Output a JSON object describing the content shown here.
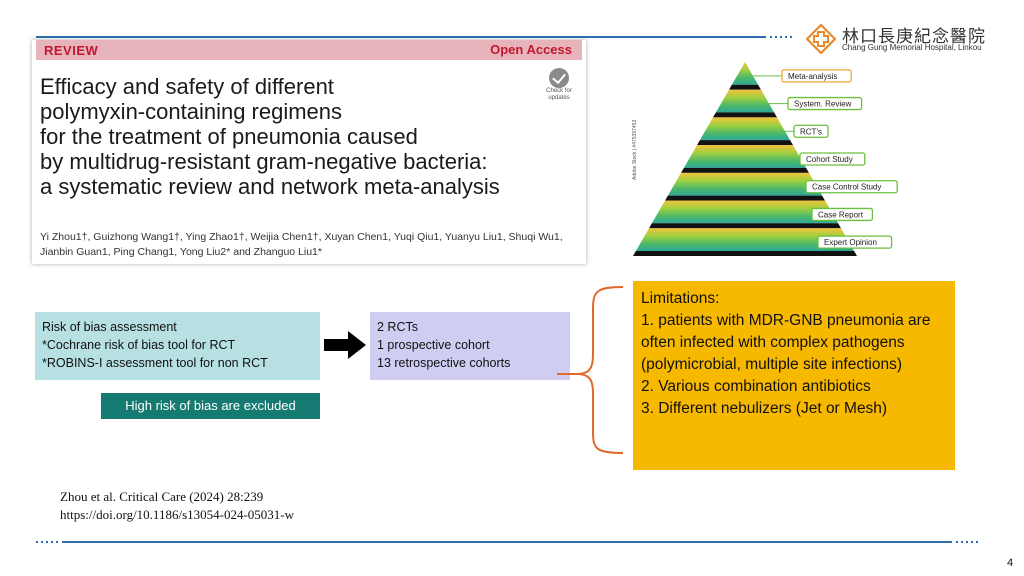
{
  "header": {
    "hospital_name_cn": "林口長庚紀念醫院",
    "hospital_name_en": "Chang Gung Memorial Hospital, Linkou"
  },
  "paper": {
    "review_label": "REVIEW",
    "open_access_label": "Open Access",
    "title_lines": [
      "Efficacy and safety of different",
      "polymyxin-containing regimens",
      "for the treatment of pneumonia caused",
      "by multidrug-resistant gram-negative bacteria:",
      "a systematic review and network meta-analysis"
    ],
    "check_updates": [
      "Check for",
      "updates"
    ],
    "authors_line1": "Yi Zhou1†, Guizhong Wang1†, Ying Zhao1†, Weijia Chen1†, Xuyan Chen1, Yuqi Qiu1, Yuanyu Liu1, Shuqi Wu1,",
    "authors_line2": "Jianbin Guan1, Ping Chang1, Yong Liu2* and Zhanguo Liu1*"
  },
  "pyramid": {
    "levels": [
      "Meta-analysis",
      "System. Review",
      "RCT's",
      "Cohort Study",
      "Case Control Study",
      "Case Report",
      "Expert Opinion"
    ],
    "credit": "Adobe Stock | #475397453"
  },
  "bias_box": {
    "line1": "Risk of bias assessment",
    "line2": "*Cochrane risk of bias tool for RCT",
    "line3": "*ROBINS-I assessment tool for non RCT"
  },
  "exclude_label": "High risk of bias are excluded",
  "studies_box": {
    "line1": "2 RCTs",
    "line2": "1 prospective cohort",
    "line3": "13 retrospective cohorts"
  },
  "limitations": {
    "title": "Limitations:",
    "items": [
      "1. patients with MDR-GNB pneumonia are often infected with complex pathogens (polymicrobial, multiple site infections)",
      "2. Various combination antibiotics",
      "3. Different nebulizers (Jet or Mesh)"
    ]
  },
  "citation": {
    "line1": "Zhou et al. Critical Care (2024) 28:239",
    "line2": "https://doi.org/10.1186/s13054-024-05031-w"
  },
  "page_number": "4",
  "colors": {
    "accent_blue": "#2f6fb0",
    "review_red": "#c0182f",
    "bias_box": "#b7e0e3",
    "exclude_box": "#157a71",
    "studies_box": "#cfcdf2",
    "limitations_box": "#f7b800",
    "brace": "#e06a2a",
    "logo_orange": "#e8892a",
    "pyramid_green": "#6cbf3e"
  }
}
